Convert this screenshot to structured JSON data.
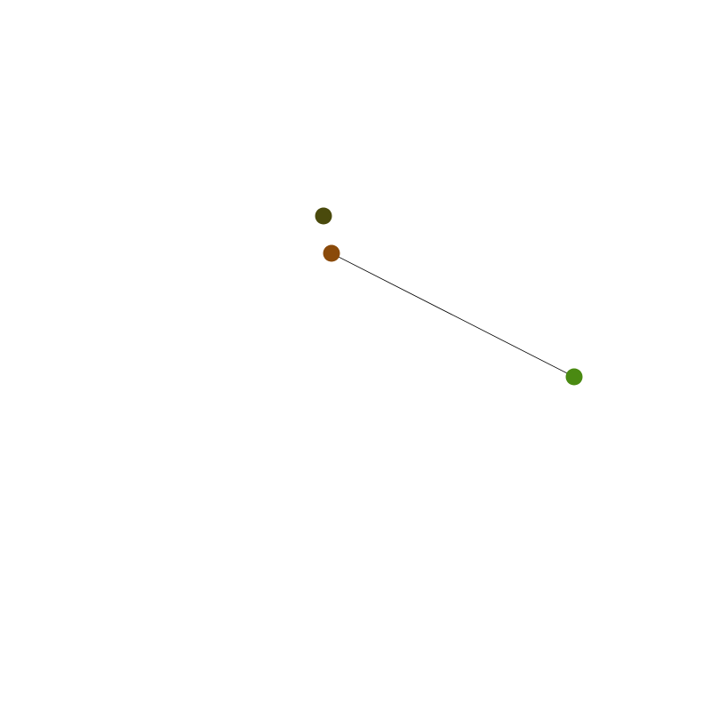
{
  "graph": {
    "nodes": [
      {
        "id": "n1",
        "color": "#4a4a0c"
      },
      {
        "id": "n2",
        "color": "#8a4a0a"
      },
      {
        "id": "n3",
        "color": "#4a8a12"
      }
    ],
    "edges": [
      {
        "source": "n2",
        "target": "n3",
        "color": "#000000"
      }
    ]
  }
}
